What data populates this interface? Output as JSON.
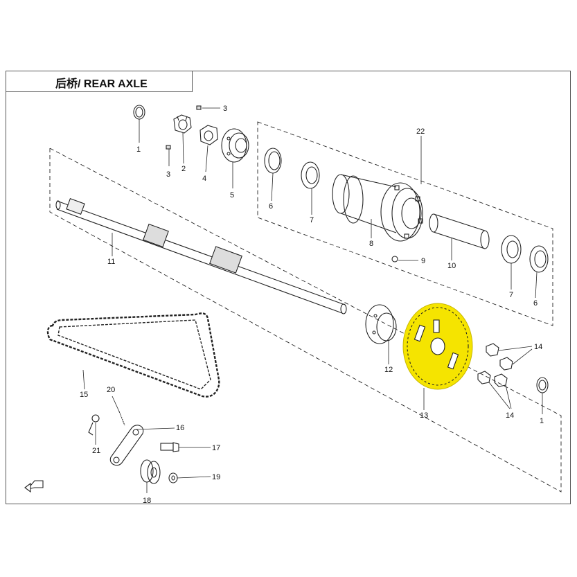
{
  "title": "后桥/ REAR AXLE",
  "callouts": [
    "1",
    "2",
    "3",
    "3",
    "4",
    "5",
    "6",
    "7",
    "8",
    "9",
    "10",
    "11",
    "12",
    "13",
    "14",
    "14",
    "15",
    "16",
    "17",
    "18",
    "19",
    "20",
    "21",
    "22",
    "7",
    "6",
    "1"
  ],
  "highlight_color": "#f5e400",
  "highlighted_part": "13"
}
